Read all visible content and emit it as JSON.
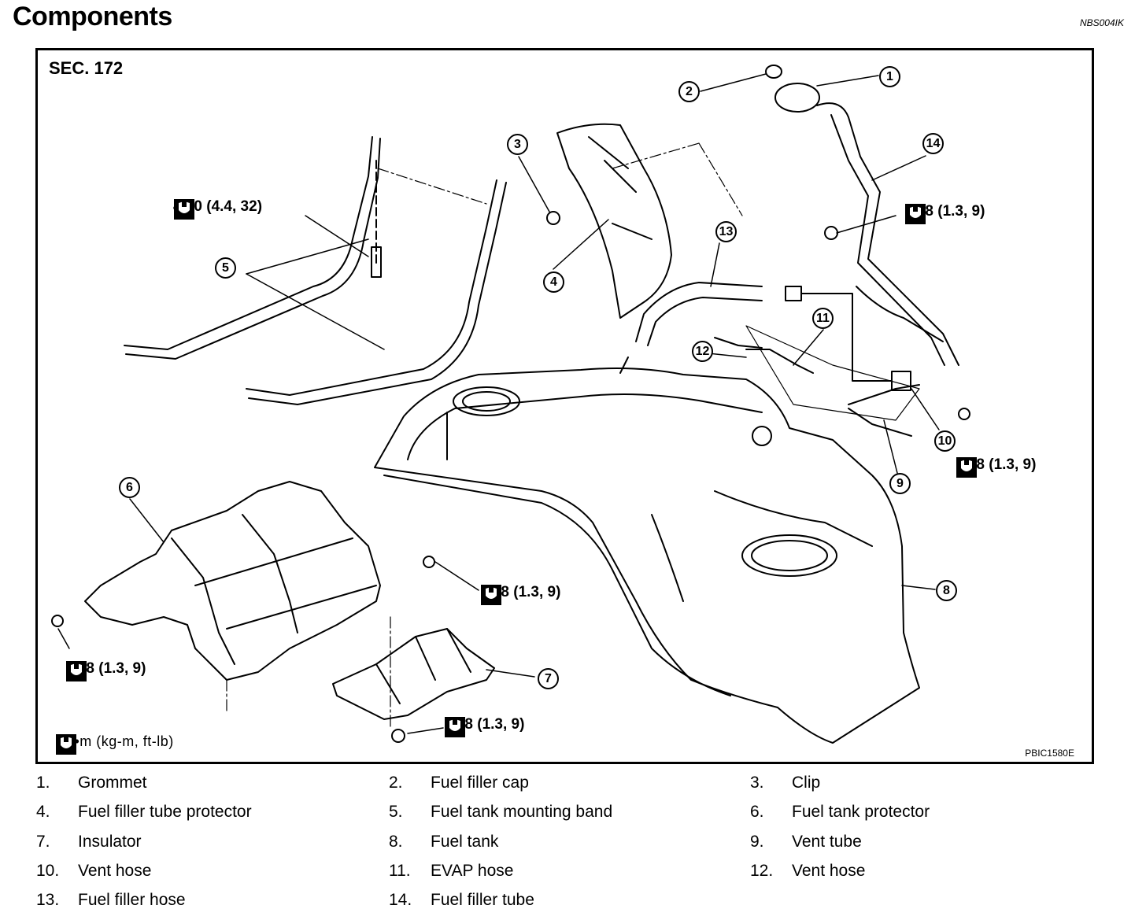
{
  "header": {
    "title": "Components",
    "ref_code": "NBS004IK"
  },
  "diagram": {
    "section": "SEC. 172",
    "figure_code": "PBIC1580E",
    "unit_legend": ": N•m  (kg-m,  ft-lb)",
    "torques": [
      "43.0 (4.4, 32)",
      "12.8 (1.3, 9)",
      "12.8 (1.3, 9)",
      "12.8 (1.3, 9)",
      "12.8 (1.3, 9)",
      "12.8 (1.3, 9)"
    ],
    "callouts": [
      "1",
      "2",
      "3",
      "4",
      "5",
      "6",
      "7",
      "8",
      "9",
      "10",
      "11",
      "12",
      "13",
      "14"
    ]
  },
  "parts": [
    {
      "num": "1.",
      "label": "Grommet"
    },
    {
      "num": "2.",
      "label": "Fuel filler cap"
    },
    {
      "num": "3.",
      "label": "Clip"
    },
    {
      "num": "4.",
      "label": "Fuel filler tube protector"
    },
    {
      "num": "5.",
      "label": "Fuel tank mounting band"
    },
    {
      "num": "6.",
      "label": "Fuel tank protector"
    },
    {
      "num": "7.",
      "label": "Insulator"
    },
    {
      "num": "8.",
      "label": "Fuel tank"
    },
    {
      "num": "9.",
      "label": "Vent tube"
    },
    {
      "num": "10.",
      "label": "Vent hose"
    },
    {
      "num": "11.",
      "label": "EVAP hose"
    },
    {
      "num": "12.",
      "label": "Vent hose"
    },
    {
      "num": "13.",
      "label": "Fuel filler hose"
    },
    {
      "num": "14.",
      "label": "Fuel filler tube"
    }
  ]
}
